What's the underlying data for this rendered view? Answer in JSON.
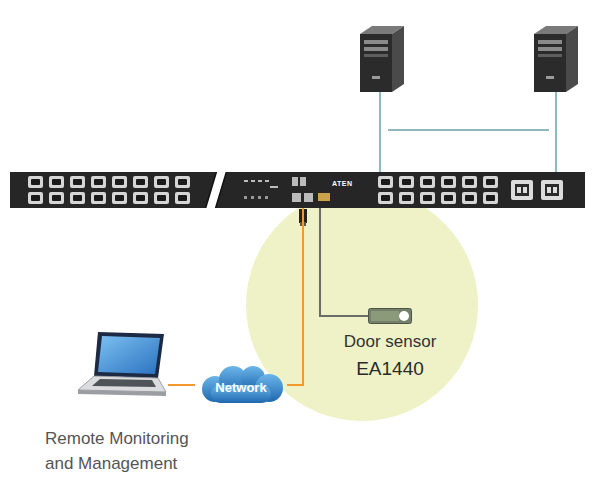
{
  "diagram": {
    "nodes": [
      {
        "text": [
          "ATEN"
        ]
      },
      {
        "text": [
          "Door sensor",
          "EA1440"
        ]
      },
      {
        "text": [
          "Remote Monitoring and Management"
        ]
      },
      {
        "text": [
          "Network"
        ]
      }
    ],
    "edges": [
      {
        "from": 2,
        "to": 3,
        "arrow": "none"
      },
      {
        "from": 3,
        "to": 0,
        "arrow": "none"
      },
      {
        "from": 0,
        "to": 1,
        "arrow": "none"
      }
    ]
  }
}
